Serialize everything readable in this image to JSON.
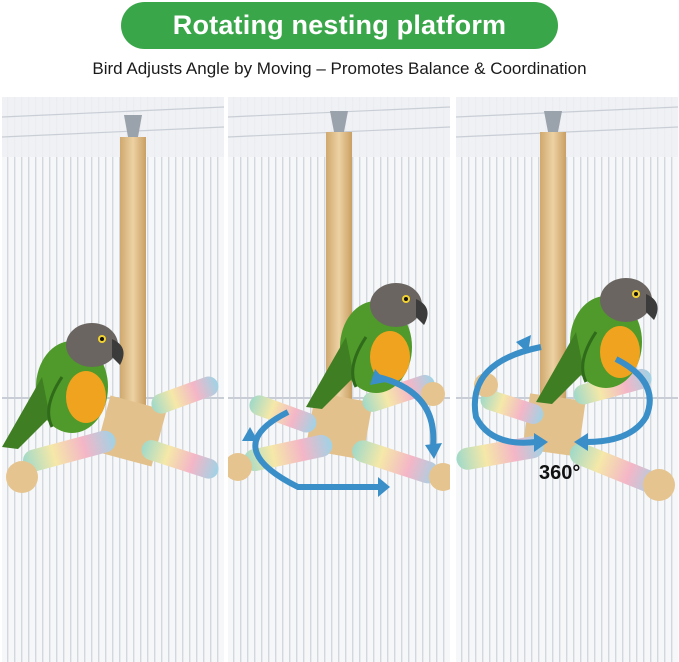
{
  "header": {
    "title": "Rotating nesting platform",
    "subtitle": "Bird Adjusts Angle by Moving – Promotes Balance & Coordination"
  },
  "panels": [
    {
      "name": "panel-left"
    },
    {
      "name": "panel-middle"
    },
    {
      "name": "panel-right",
      "rotation_label": "360°"
    }
  ],
  "colors": {
    "title_bg": "#3aa64a",
    "arrow": "#3a8fc9",
    "wood": "#e3c18c",
    "parrot_green": "#4f9a2a",
    "parrot_orange": "#f0a31e",
    "parrot_head": "#6a6560"
  }
}
